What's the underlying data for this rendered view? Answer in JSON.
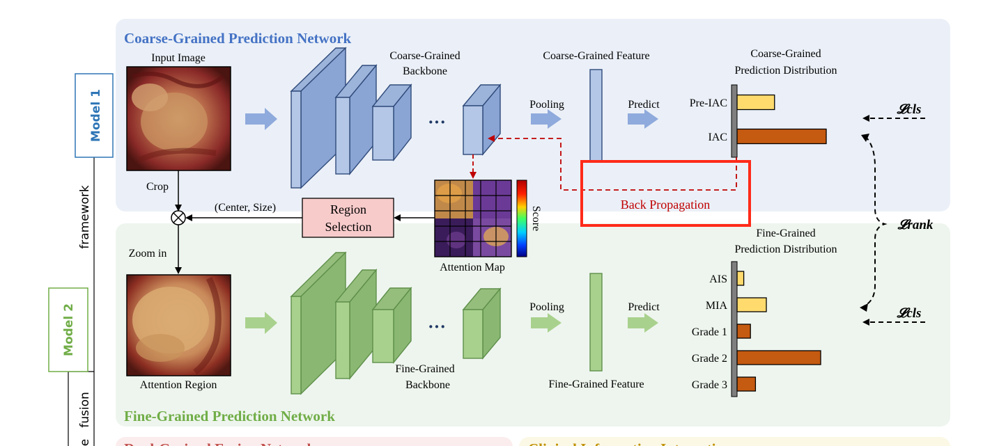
{
  "sidebar": {
    "model1": "Model 1",
    "model2": "Model 2",
    "framework": "framework",
    "fusion": "fusion",
    "cut_letter": "e"
  },
  "coarse": {
    "title": "Coarse-Grained Prediction Network",
    "input_label": "Input Image",
    "backbone_label": [
      "Coarse-Grained",
      "Backbone"
    ],
    "ellipsis": "···",
    "feature_label": "Coarse-Grained  Feature",
    "pooling": "Pooling",
    "predict": "Predict",
    "dist_label": [
      "Coarse-Grained",
      "Prediction  Distribution"
    ],
    "bars": [
      {
        "label": "Pre-IAC",
        "value": 0.42,
        "color": "#FFDB6E"
      },
      {
        "label": "IAC",
        "value": 1.0,
        "color": "#C55A11"
      }
    ],
    "loss": "𝓛cls"
  },
  "middle": {
    "crop": "Crop",
    "center_size": "(Center,  Size)",
    "region_selection": [
      "Region",
      "Selection"
    ],
    "attention_map": "Attention  Map",
    "score": "Score",
    "back_propagation": "Back Propagation",
    "zoom_in": "Zoom  in",
    "rank_loss": "𝓛rank"
  },
  "fine": {
    "title": "Fine-Grained Prediction Network",
    "attention_region": "Attention  Region",
    "backbone_label": [
      "Fine-Grained",
      "Backbone"
    ],
    "ellipsis": "···",
    "feature_label": "Fine-Grained  Feature",
    "pooling": "Pooling",
    "predict": "Predict",
    "dist_label": [
      "Fine-Grained",
      "Prediction  Distribution"
    ],
    "bars": [
      {
        "label": "AIS",
        "value": 0.08,
        "color": "#FFDB6E"
      },
      {
        "label": "MIA",
        "value": 0.35,
        "color": "#FFDB6E"
      },
      {
        "label": "Grade 1",
        "value": 0.16,
        "color": "#C55A11"
      },
      {
        "label": "Grade 2",
        "value": 1.0,
        "color": "#C55A11"
      },
      {
        "label": "Grade 3",
        "value": 0.22,
        "color": "#C55A11"
      }
    ],
    "loss": "𝓛cls"
  },
  "bottom": {
    "left_title": "Dual-Grained Fusion Network",
    "right_title": "Clinical Information Integration"
  },
  "colors": {
    "coarse_panel": "#EBF0F8",
    "fine_panel": "#EEF5EE",
    "coarse_block": "#B4C7E7",
    "coarse_block_edge": "#2F4A7A",
    "fine_block": "#A9D18E",
    "fine_block_edge": "#5E8F4A",
    "highlight": "#FF2A1A",
    "backprop": "#C00000",
    "model1": "#2E75B6",
    "model2": "#70AD47"
  }
}
